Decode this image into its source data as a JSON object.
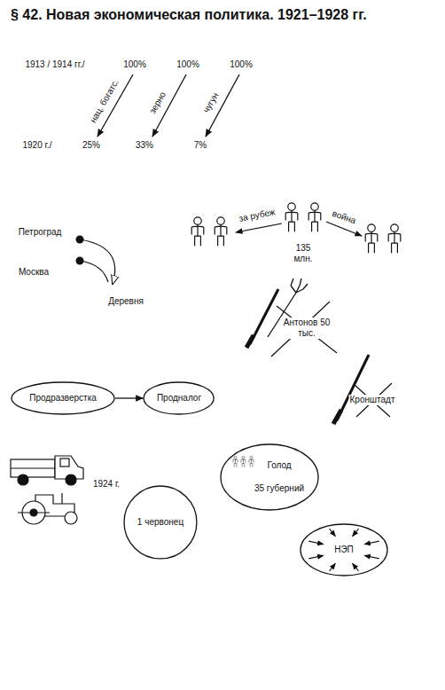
{
  "diagram": {
    "title": "§ 42. Новая экономическая политика. 1921–1928 гг.",
    "nodes": [
      {
        "text": [
          "Продразверстка"
        ]
      },
      {
        "text": [
          "Продналог"
        ]
      },
      {
        "text": [
          "Голод",
          "35 губерний"
        ]
      },
      {
        "text": [
          "1 червонец"
        ]
      },
      {
        "text": [
          "НЭП"
        ]
      }
    ],
    "edges": [
      {
        "from": 0,
        "to": 1,
        "arrow": "to"
      }
    ],
    "labels": [
      "1913 / 1914 гг./",
      "100%",
      "100%",
      "100%",
      "нац. богатс.",
      "зерно",
      "чугун",
      "1920 г./",
      "25%",
      "33%",
      "7%",
      "Петроград",
      "Москва",
      "Деревня",
      "за рубеж",
      "135 млн.",
      "война",
      "Антонов 50 тыс.",
      "Кронштадт",
      "1924 г."
    ]
  }
}
